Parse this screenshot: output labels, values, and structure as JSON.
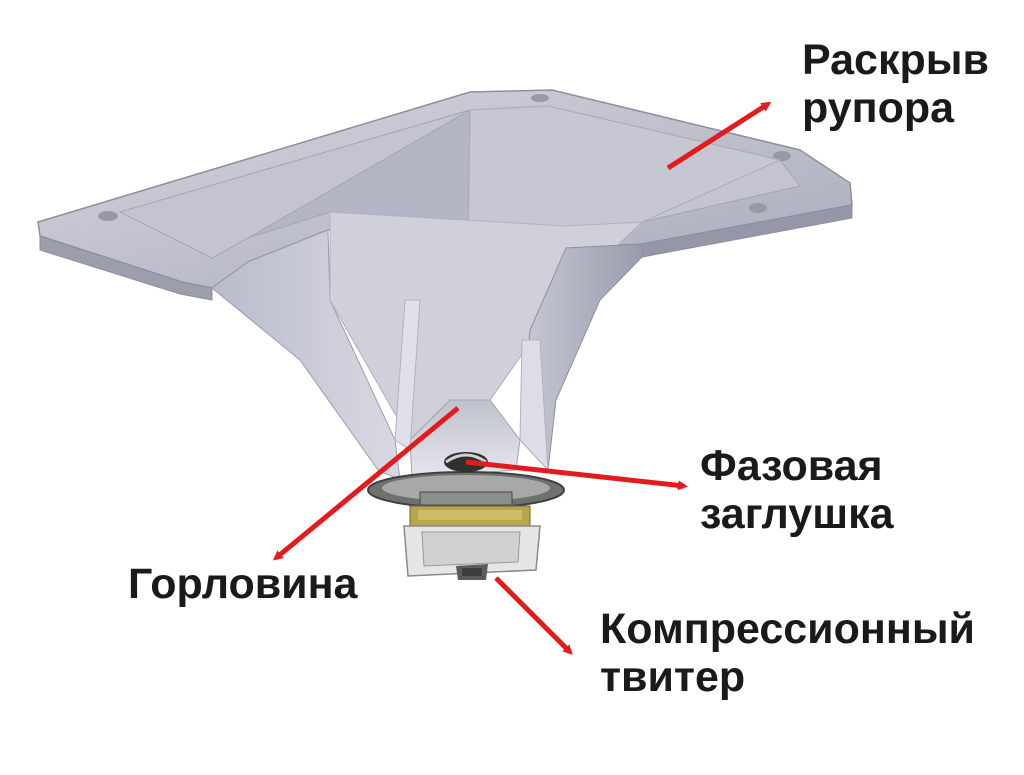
{
  "labels": {
    "mouth": {
      "line1": "Раскрыв",
      "line2": "рупора"
    },
    "phase_plug": {
      "line1": "Фазовая",
      "line2": "заглушка"
    },
    "throat": {
      "line1": "Горловина"
    },
    "tweeter": {
      "line1": "Компрессионный",
      "line2": "твитер"
    }
  },
  "colors": {
    "arrow": "#e41a1c",
    "horn_light": "#c9cad6",
    "horn_mid": "#a7a9b8",
    "horn_dark": "#7f8193",
    "metal": "#8d8f8d",
    "magnet": "#b8a64a"
  }
}
